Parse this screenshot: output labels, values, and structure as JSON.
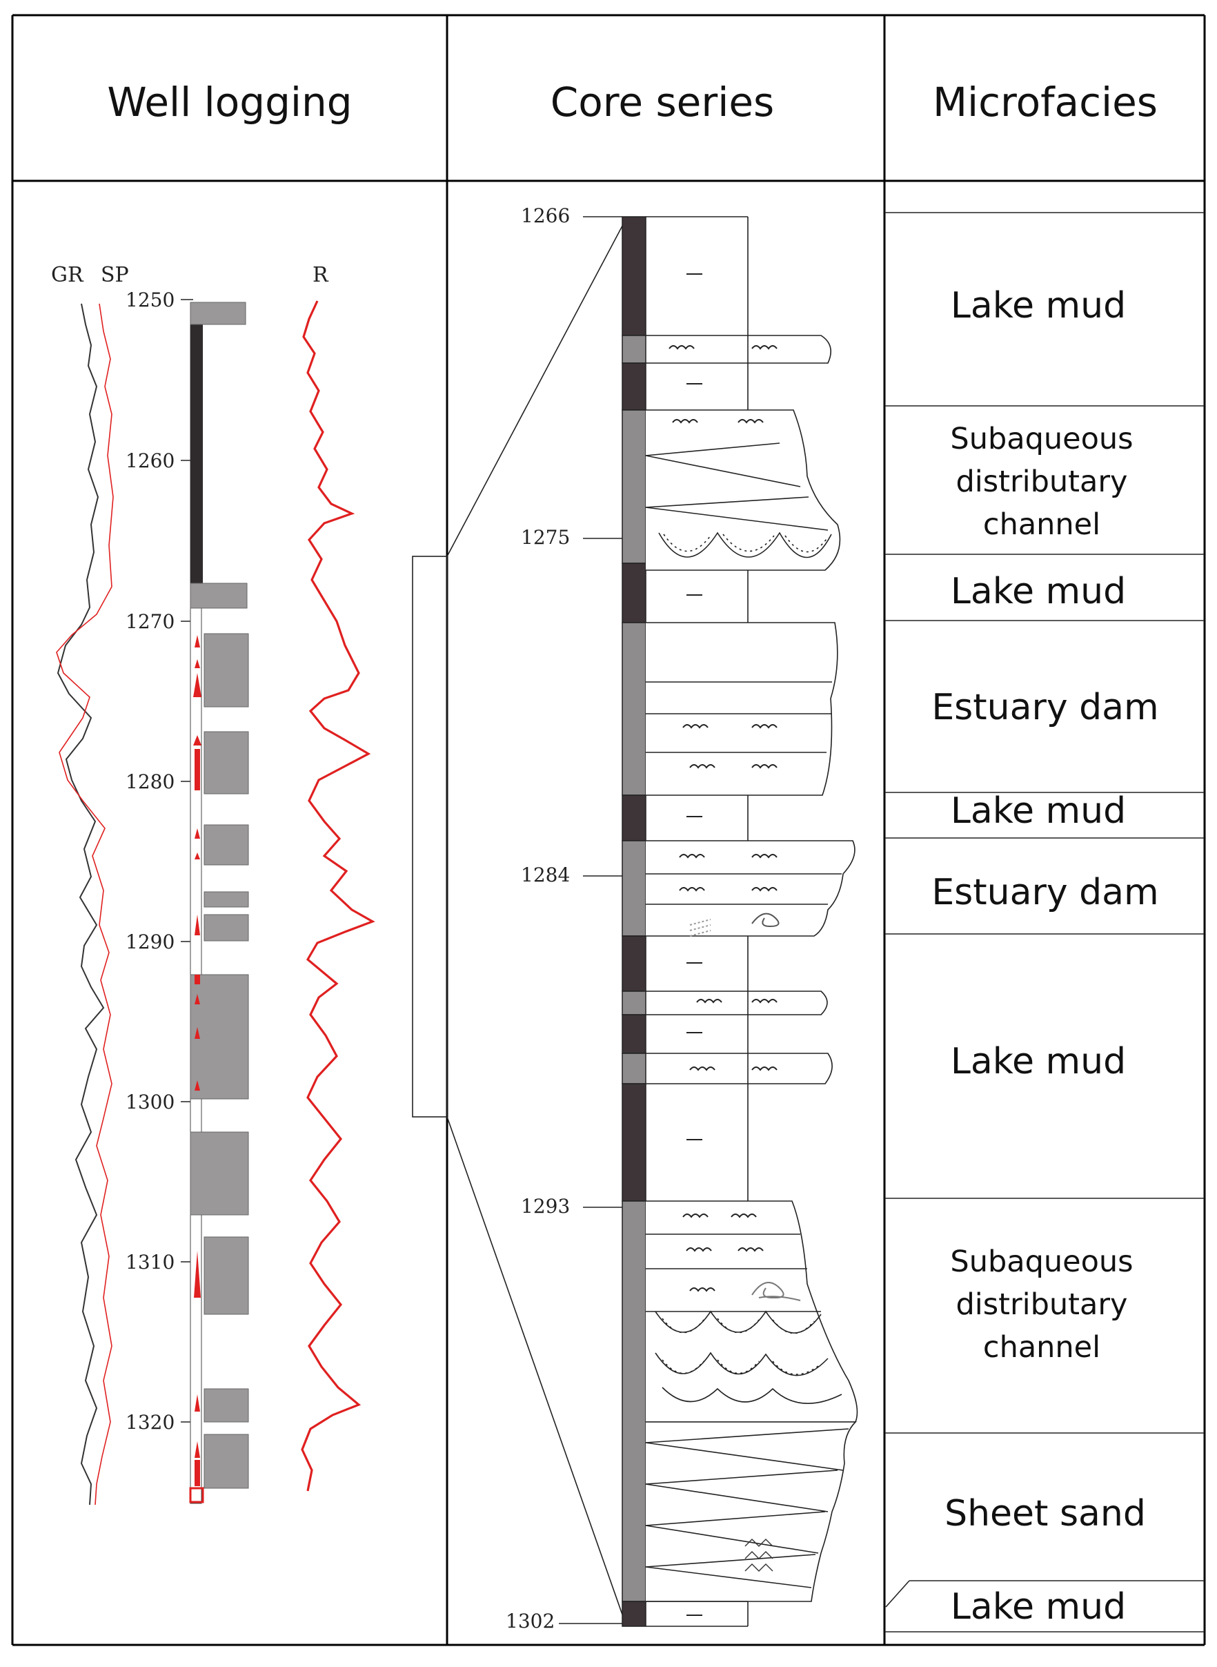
{
  "headers": {
    "well_logging": "Well logging",
    "core_series": "Core series",
    "microfacies": "Microfacies"
  },
  "log_tracks": {
    "gr": "GR",
    "sp": "SP",
    "r": "R"
  },
  "log_depths": [
    "1250",
    "1260",
    "1270",
    "1280",
    "1290",
    "1300",
    "1310",
    "1320"
  ],
  "core_depths": [
    "1266",
    "1275",
    "1284",
    "1293",
    "1302"
  ],
  "microfacies": [
    {
      "lines": [
        "Lake mud"
      ]
    },
    {
      "lines": [
        "Subaqueous",
        "distributary",
        "channel"
      ]
    },
    {
      "lines": [
        "Lake mud"
      ]
    },
    {
      "lines": [
        "Estuary dam"
      ]
    },
    {
      "lines": [
        "Lake mud"
      ]
    },
    {
      "lines": [
        "Estuary dam"
      ]
    },
    {
      "lines": [
        "Lake mud"
      ]
    },
    {
      "lines": [
        "Subaqueous",
        "distributary",
        "channel"
      ]
    },
    {
      "lines": [
        "Sheet sand"
      ]
    },
    {
      "lines": [
        "Lake mud"
      ]
    }
  ],
  "colors": {
    "mudstone": "#3d3537",
    "sandstone": "#8f8c8e",
    "log_block": "#9a9899",
    "curve_black": "#333333",
    "curve_red": "#e02020"
  }
}
